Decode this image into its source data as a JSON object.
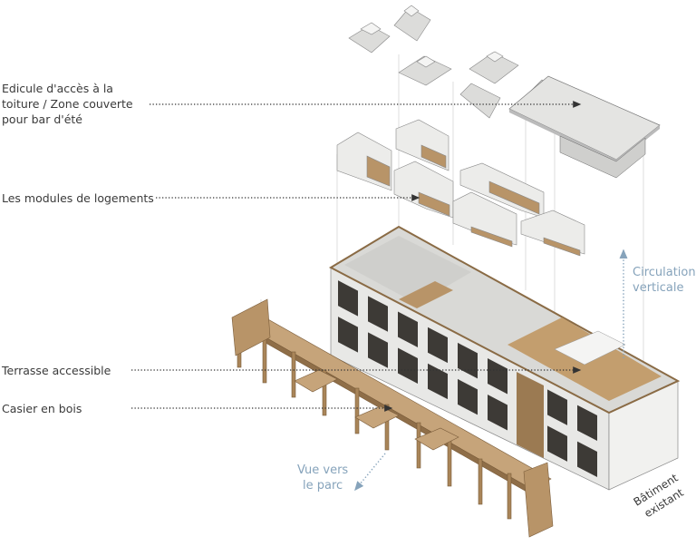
{
  "labels": {
    "edicule": "Edicule d'accès à la\ntoiture / Zone couverte\npour bar d'été",
    "modules": "Les modules de logements",
    "terrasse": "Terrasse accessible",
    "casier": "Casier en bois",
    "vue": "Vue vers\nle parc",
    "circulation": "Circulation\nverticale",
    "batiment": "Bâtiment\nexistant"
  },
  "colors": {
    "text": "#3a3a3a",
    "annotation_blue": "#86a3bb",
    "wood": "#b89468",
    "concrete": "#e6e6e4",
    "window": "#3d3a36"
  }
}
